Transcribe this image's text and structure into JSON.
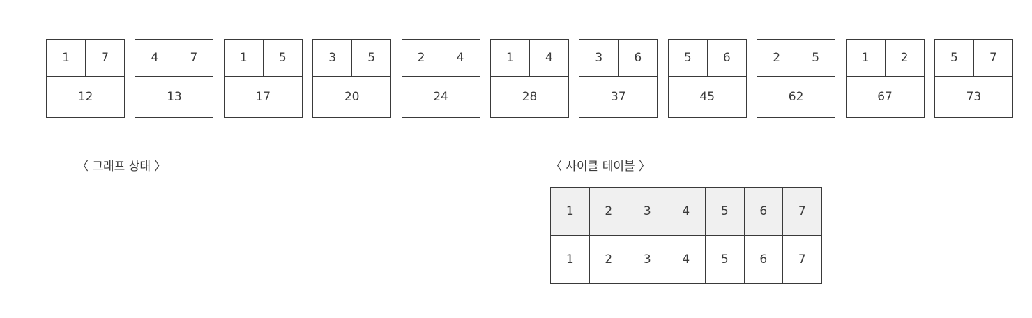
{
  "edges": [
    {
      "a": "1",
      "b": "7",
      "weight": "12"
    },
    {
      "a": "4",
      "b": "7",
      "weight": "13"
    },
    {
      "a": "1",
      "b": "5",
      "weight": "17"
    },
    {
      "a": "3",
      "b": "5",
      "weight": "20"
    },
    {
      "a": "2",
      "b": "4",
      "weight": "24"
    },
    {
      "a": "1",
      "b": "4",
      "weight": "28"
    },
    {
      "a": "3",
      "b": "6",
      "weight": "37"
    },
    {
      "a": "5",
      "b": "6",
      "weight": "45"
    },
    {
      "a": "2",
      "b": "5",
      "weight": "62"
    },
    {
      "a": "1",
      "b": "2",
      "weight": "67"
    },
    {
      "a": "5",
      "b": "7",
      "weight": "73"
    }
  ],
  "captions": {
    "graph_state": "〈 그래프 상태 〉",
    "cycle_table": "〈 사이클 테이블 〉"
  },
  "cycle_table": {
    "nodes": [
      "1",
      "2",
      "3",
      "4",
      "5",
      "6",
      "7"
    ],
    "parents": [
      "1",
      "2",
      "3",
      "4",
      "5",
      "6",
      "7"
    ]
  }
}
